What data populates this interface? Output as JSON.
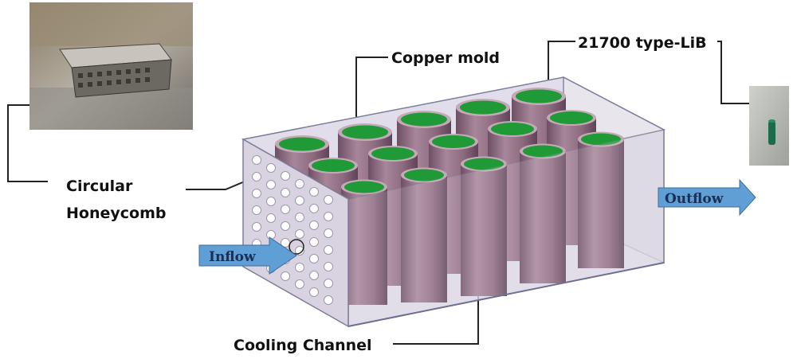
{
  "labels": {
    "copper_mold": "Copper mold",
    "battery_type": "21700 type-LiB",
    "honeycomb_line1": "Circular",
    "honeycomb_line2": "Honeycomb",
    "cooling_channel": "Cooling Channel",
    "inflow": "Inflow",
    "outflow": "Outflow"
  },
  "colors": {
    "box_outline": "#7d7d9a",
    "box_fill": "#dcd6e4",
    "battery_body": "#8e6a7f",
    "battery_top": "#1f9a36",
    "arrow_fill": "#5f9fd6"
  },
  "photos": {
    "left": "honeycomb-photo",
    "right": "battery-photo"
  }
}
